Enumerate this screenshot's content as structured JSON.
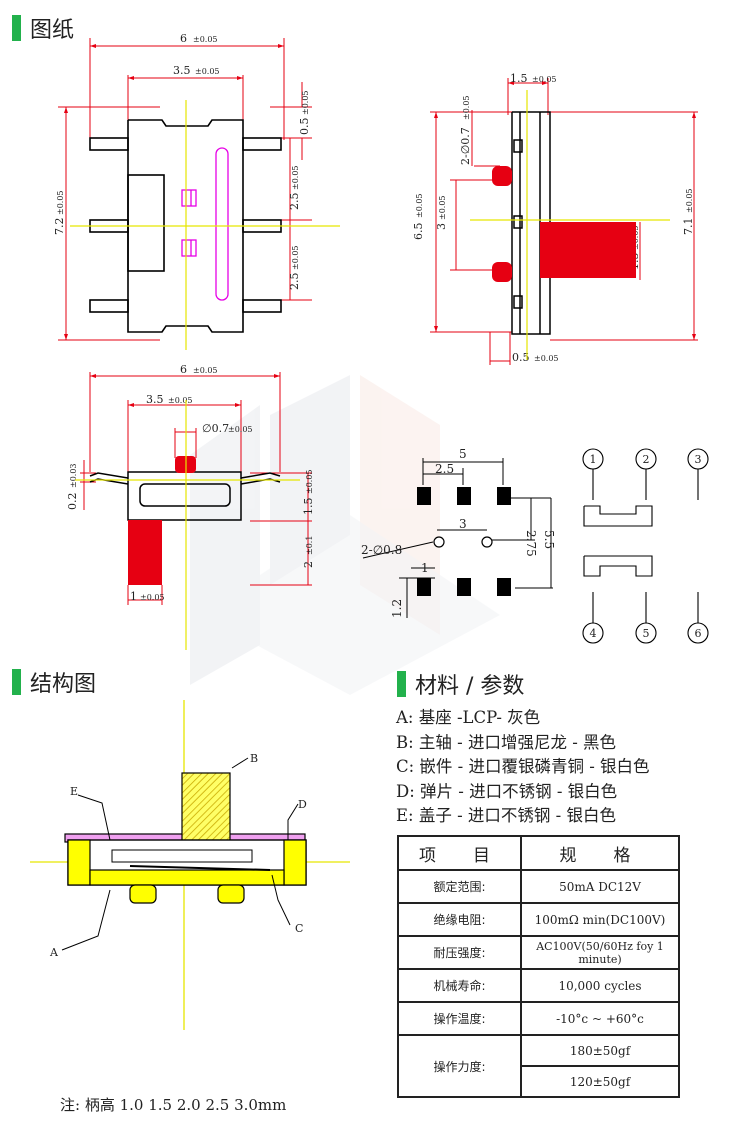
{
  "sections": {
    "drawing": "图纸",
    "structure": "结构图",
    "materials": "材料 / 参数"
  },
  "dims": {
    "top_view": {
      "w6": "6",
      "w6_tol": "±0.05",
      "w35": "3.5",
      "w35_tol": "±0.05",
      "h72": "7.2",
      "h72_tol": "±0.05",
      "p05": "0.5",
      "p05_tol": "±0.05",
      "p25a": "2.5",
      "p25a_tol": "±0.05",
      "p25b": "2.5",
      "p25b_tol": "±0.05"
    },
    "side_view": {
      "w15": "1.5",
      "w15_tol": "±0.05",
      "h65": "6.5",
      "h65_tol": "±0.05",
      "h71": "7.1",
      "h71_tol": "±0.05",
      "d07": "2-∅0.7",
      "d07_tol": "±0.05",
      "d3": "3",
      "d3_tol": "±0.05",
      "k15": "1.5",
      "k15_tol": "±0.05",
      "b05": "0.5",
      "b05_tol": "±0.05"
    },
    "front_view": {
      "w6": "6",
      "w6_tol": "±0.05",
      "w35": "3.5",
      "w35_tol": "±0.05",
      "d07": "∅0.7",
      "d07_tol": "±0.05",
      "t02": "0.2",
      "t02_tol": "±0.03",
      "h15": "1.5",
      "h15_tol": "±0.05",
      "h2": "2",
      "h2_tol": "±0.1",
      "w1": "1",
      "w1_tol": "±0.05"
    },
    "footprint": {
      "p5": "5",
      "p25": "2.5",
      "p3": "3",
      "p275": "2.75",
      "p55": "5.5",
      "hole": "2-∅0.8",
      "pad1": "1",
      "pad12": "1.2"
    },
    "schematic": [
      "1",
      "2",
      "3",
      "4",
      "5",
      "6"
    ]
  },
  "structure_labels": [
    "B",
    "E",
    "D",
    "A",
    "C"
  ],
  "materials": [
    "A: 基座 -LCP- 灰色",
    "B: 主轴 - 进口增强尼龙 - 黑色",
    "C: 嵌件 - 进口覆银磷青铜 - 银白色",
    "D: 弹片 - 进口不锈钢 - 银白色",
    "E: 盖子 - 进口不锈钢 - 银白色"
  ],
  "spec_table": {
    "headers": [
      "项　目",
      "规　格"
    ],
    "rows": [
      {
        "k": "额定范围:",
        "v": "50mA DC12V"
      },
      {
        "k": "绝缘电阻:",
        "v": "100mΩ min(DC100V)"
      },
      {
        "k": "耐压强度:",
        "v": "AC100V(50/60Hz foy 1 minute)"
      },
      {
        "k": "机械寿命:",
        "v": "10,000 cycles"
      },
      {
        "k": "操作温度:",
        "v": "-10°c ~ +60°c"
      },
      {
        "k": "操作力度:",
        "v": "180±50gf",
        "v2": "120±50gf"
      }
    ]
  },
  "note": "注: 柄高 1.0 1.5 2.0 2.5 3.0mm",
  "colors": {
    "dim": "#e60012",
    "axis": "#e6e600",
    "outline": "#000000",
    "red_fill": "#e60012",
    "magenta": "#e600e6",
    "accent": "#22b14c"
  }
}
